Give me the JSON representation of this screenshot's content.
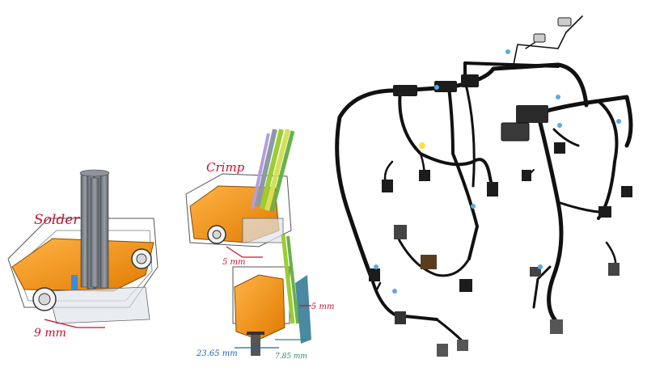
{
  "annotations": {
    "solder": "Solder",
    "crimp": "Crimp",
    "solder_dim": "9 mm",
    "crimp_dim_top": "5 mm",
    "crimp_dim_side": "5 mm",
    "width_dim": "23.65 mm",
    "offset_dim": "7.85 mm"
  },
  "colors": {
    "handwriting_red": "#c8102e",
    "handwriting_blue": "#1f5fbf",
    "handwriting_green": "#2e8b57",
    "connector_orange": "#f39c12",
    "cable_gray": "#7a7f88",
    "harness_black": "#111111",
    "clip_blue": "#5aa9e6",
    "clip_yellow": "#f4e04d"
  }
}
